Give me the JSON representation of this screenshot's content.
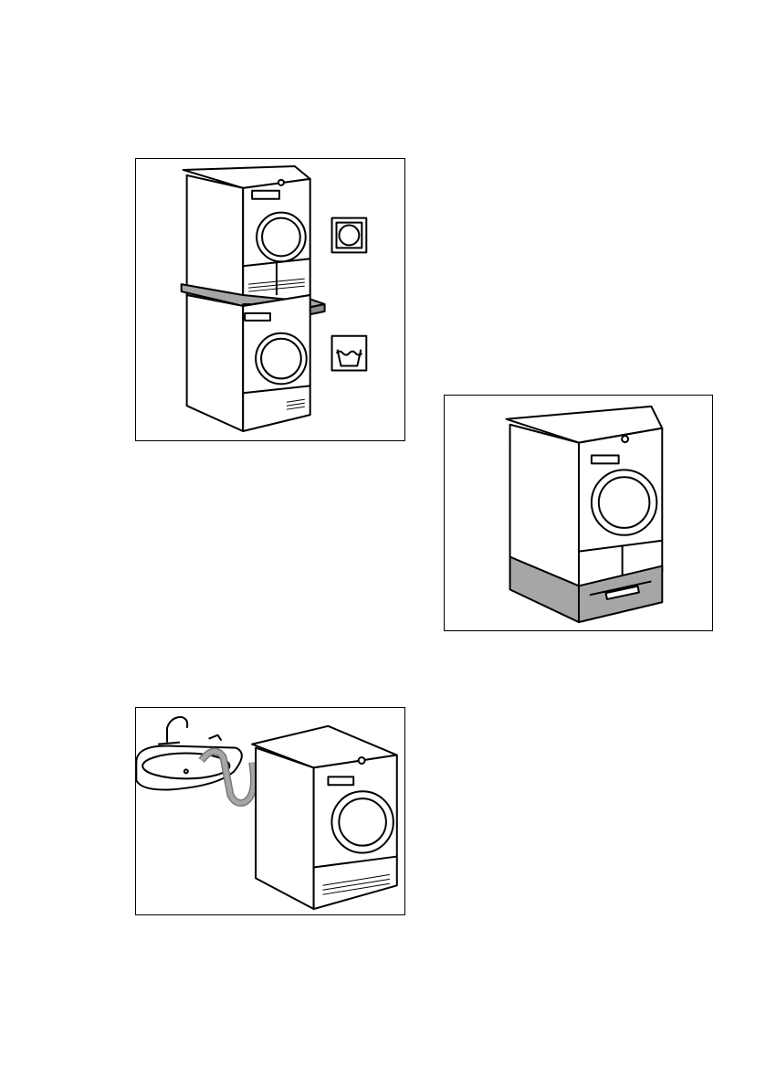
{
  "figures": [
    {
      "id": "stacking-kit",
      "icons": [
        "tumble-dryer-symbol-icon",
        "washing-machine-symbol-icon"
      ]
    },
    {
      "id": "dryer-on-plinth",
      "icons": []
    },
    {
      "id": "dryer-drain-hose-to-sink",
      "icons": []
    }
  ],
  "colors": {
    "line": "#000000",
    "fill": "#ffffff",
    "accessory_gray": "#a6a6a6"
  }
}
